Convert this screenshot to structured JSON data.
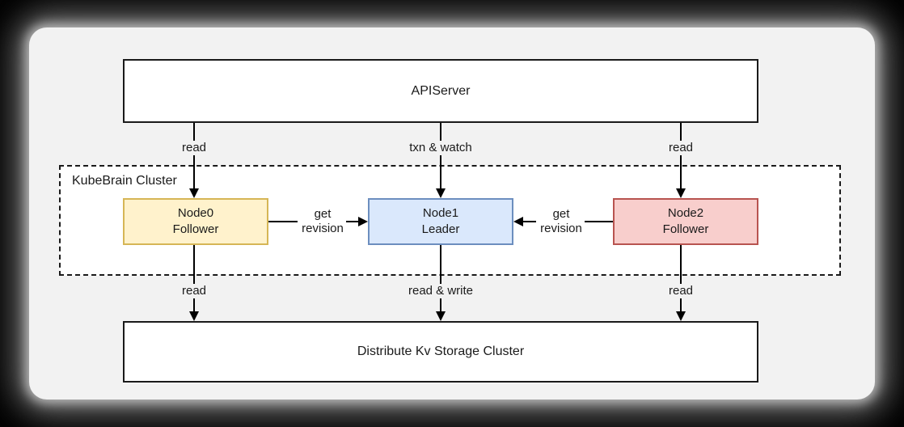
{
  "canvas": {
    "background": "#000000",
    "card_background": "#f2f2f2"
  },
  "diagram": {
    "api_server": {
      "label": "APIServer",
      "fill": "#ffffff",
      "border": "#1a1a1a"
    },
    "kubebrain_cluster": {
      "label": "KubeBrain Cluster",
      "fill": "#ffffff",
      "border": "#1a1a1a"
    },
    "nodes": [
      {
        "line1": "Node0",
        "line2": "Follower",
        "fill": "#fff2cc",
        "border": "#d6b656"
      },
      {
        "line1": "Node1",
        "line2": "Leader",
        "fill": "#dae8fc",
        "border": "#6c8ebf"
      },
      {
        "line1": "Node2",
        "line2": "Follower",
        "fill": "#f8cecc",
        "border": "#b85450"
      }
    ],
    "storage": {
      "label": "Distribute Kv Storage Cluster",
      "fill": "#ffffff",
      "border": "#1a1a1a"
    },
    "edge_labels": {
      "api_to_node0": "read",
      "api_to_node1": "txn & watch",
      "api_to_node2": "read",
      "node0_to_node1": "get revision",
      "node2_to_node1": "get revision",
      "node0_to_storage": "read",
      "node1_to_storage": "read & write",
      "node2_to_storage": "read"
    }
  }
}
